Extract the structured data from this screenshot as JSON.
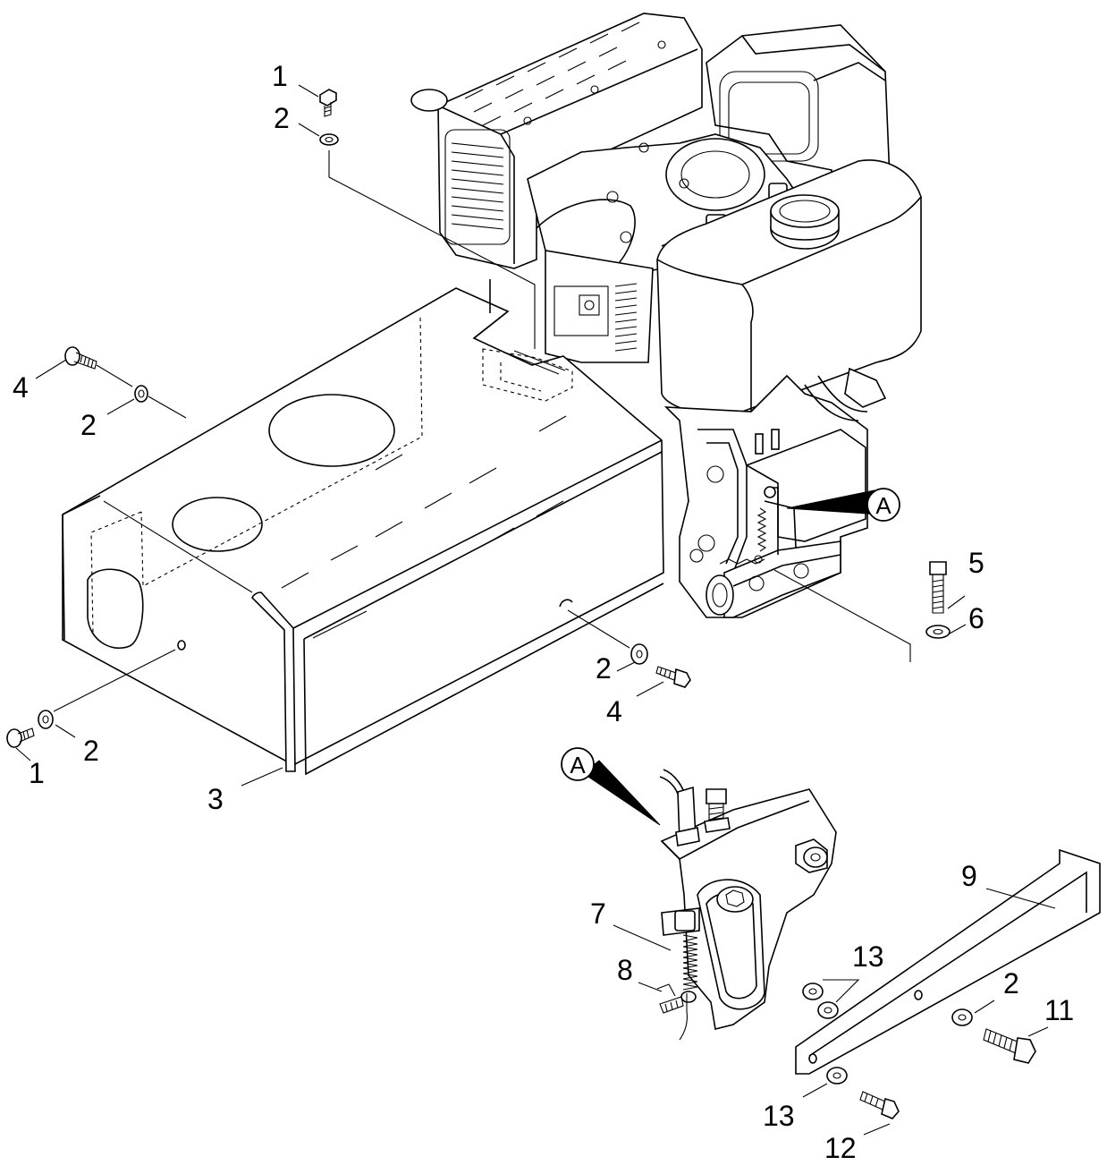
{
  "diagram": {
    "callouts": {
      "c1a": "1",
      "c2a": "2",
      "c4a": "4",
      "c2b": "2",
      "c2c": "2",
      "c4b": "4",
      "c2d": "2",
      "c1b": "1",
      "c3": "3",
      "c5": "5",
      "c6": "6",
      "c7": "7",
      "c8": "8",
      "c9": "9",
      "c13a": "13",
      "c2e": "2",
      "c11": "11",
      "c13b": "13",
      "c12": "12"
    },
    "markers": {
      "detail_a_top": "A",
      "detail_a_bottom": "A"
    }
  }
}
